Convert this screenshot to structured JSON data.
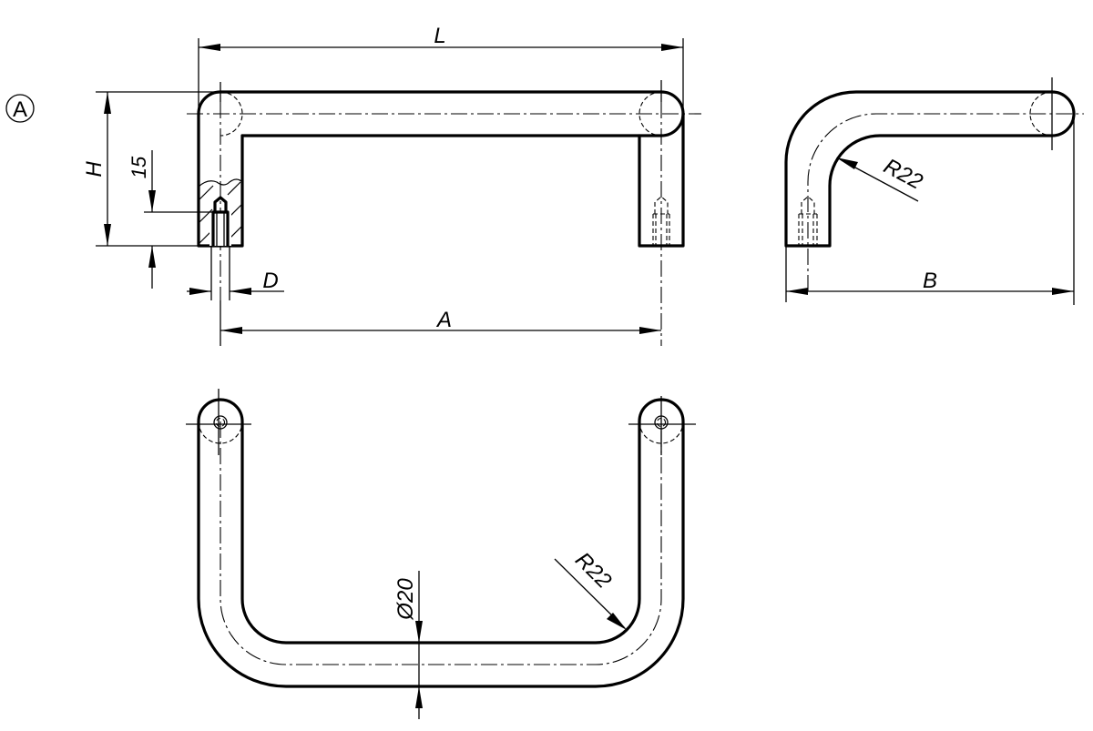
{
  "drawing": {
    "title": "U-shaped handle technical drawing",
    "view_marker": "A",
    "front_view": {
      "dimensions": {
        "overall_length": "L",
        "height": "H",
        "thread_depth": "15",
        "thread_diameter": "D",
        "hole_spacing": "A"
      }
    },
    "side_view": {
      "dimensions": {
        "bend_radius": "R22",
        "depth": "B"
      }
    },
    "top_view": {
      "dimensions": {
        "tube_diameter": "Ø20",
        "bend_radius": "R22"
      }
    },
    "colors": {
      "line": "#000000",
      "background": "#ffffff"
    }
  }
}
